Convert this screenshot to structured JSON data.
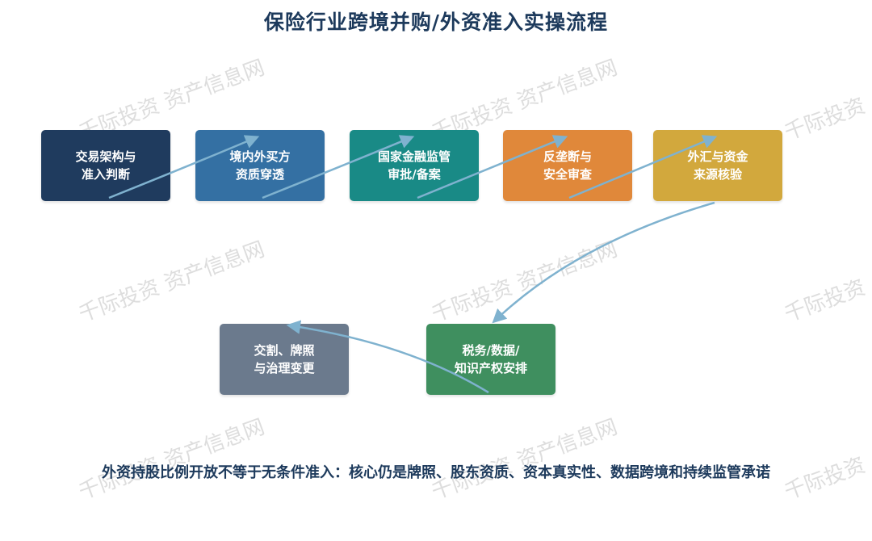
{
  "title": "保险行业跨境并购/外资准入实操流程",
  "steps": [
    {
      "line1": "交易架构与",
      "line2": "准入判断",
      "color": "#1f3b5e"
    },
    {
      "line1": "境内外买方",
      "line2": "资质穿透",
      "color": "#3470a3"
    },
    {
      "line1": "国家金融监管",
      "line2": "审批/备案",
      "color": "#198a86"
    },
    {
      "line1": "反垄断与",
      "line2": "安全审查",
      "color": "#e0883a"
    },
    {
      "line1": "外汇与资金",
      "line2": "来源核验",
      "color": "#d2a83d"
    },
    {
      "line1": "税务/数据/",
      "line2": "知识产权安排",
      "color": "#3f8f5f"
    },
    {
      "line1": "交割、牌照",
      "line2": "与治理变更",
      "color": "#6b7a8d"
    }
  ],
  "footer": "外资持股比例开放不等于无条件准入：核心仍是牌照、股东资质、资本真实性、数据跨境和持续监管承诺",
  "watermark": {
    "long": "千际投资 资产信息网",
    "short": "千际投资"
  },
  "colors": {
    "title": "#1d3a5c",
    "arrow": "#7fb2cf"
  }
}
